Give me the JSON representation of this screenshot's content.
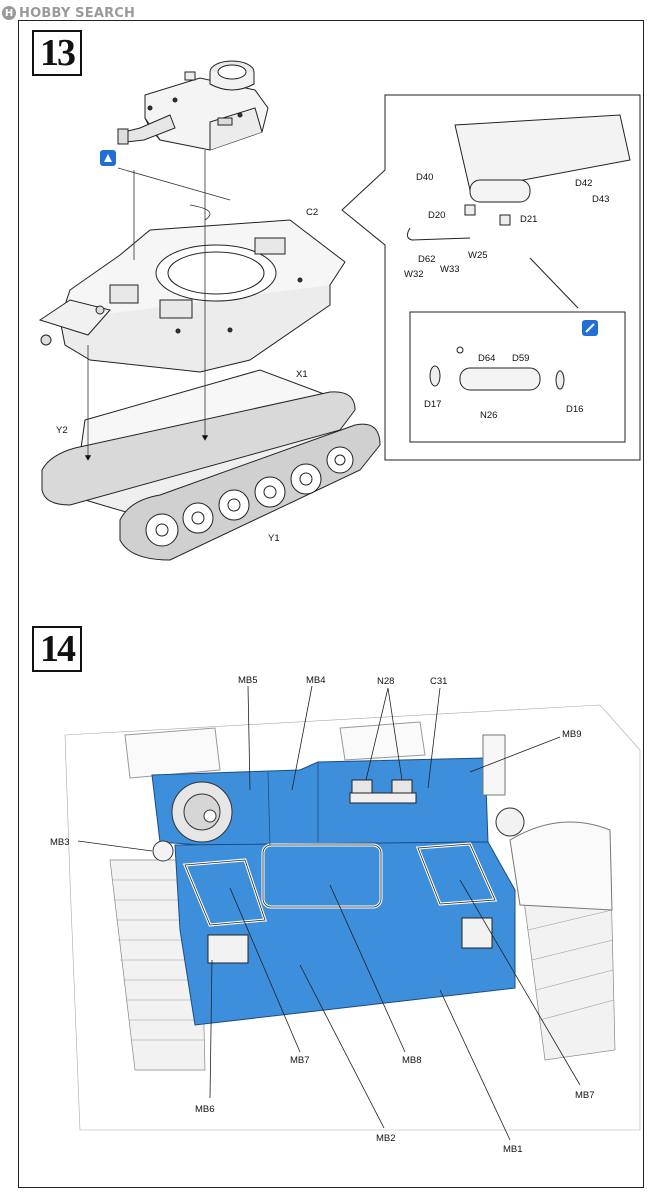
{
  "watermark": {
    "brand": "HOBBY SEARCH",
    "mark": "H"
  },
  "step13": {
    "number": "13",
    "labels": {
      "C2": "C2",
      "X1": "X1",
      "Y1": "Y1",
      "Y2": "Y2",
      "D40": "D40",
      "D42": "D42",
      "D43": "D43",
      "D20": "D20",
      "D21": "D21",
      "D62": "D62",
      "W25": "W25",
      "W32": "W32",
      "W33": "W33",
      "D64": "D64",
      "D59": "D59",
      "D17": "D17",
      "D16": "D16",
      "N26": "N26"
    },
    "icon_colors": {
      "glue_icon": "#1f6fd6",
      "paint_icon": "#1f6fd6"
    }
  },
  "step14": {
    "number": "14",
    "labels": {
      "MB5": "MB5",
      "MB4": "MB4",
      "N28": "N28",
      "C31": "C31",
      "MB9": "MB9",
      "MB3": "MB3",
      "MB7a": "MB7",
      "MB8": "MB8",
      "MB7b": "MB7",
      "MB6": "MB6",
      "MB2": "MB2",
      "MB1": "MB1"
    },
    "highlight_color": "#3d8fdc"
  }
}
